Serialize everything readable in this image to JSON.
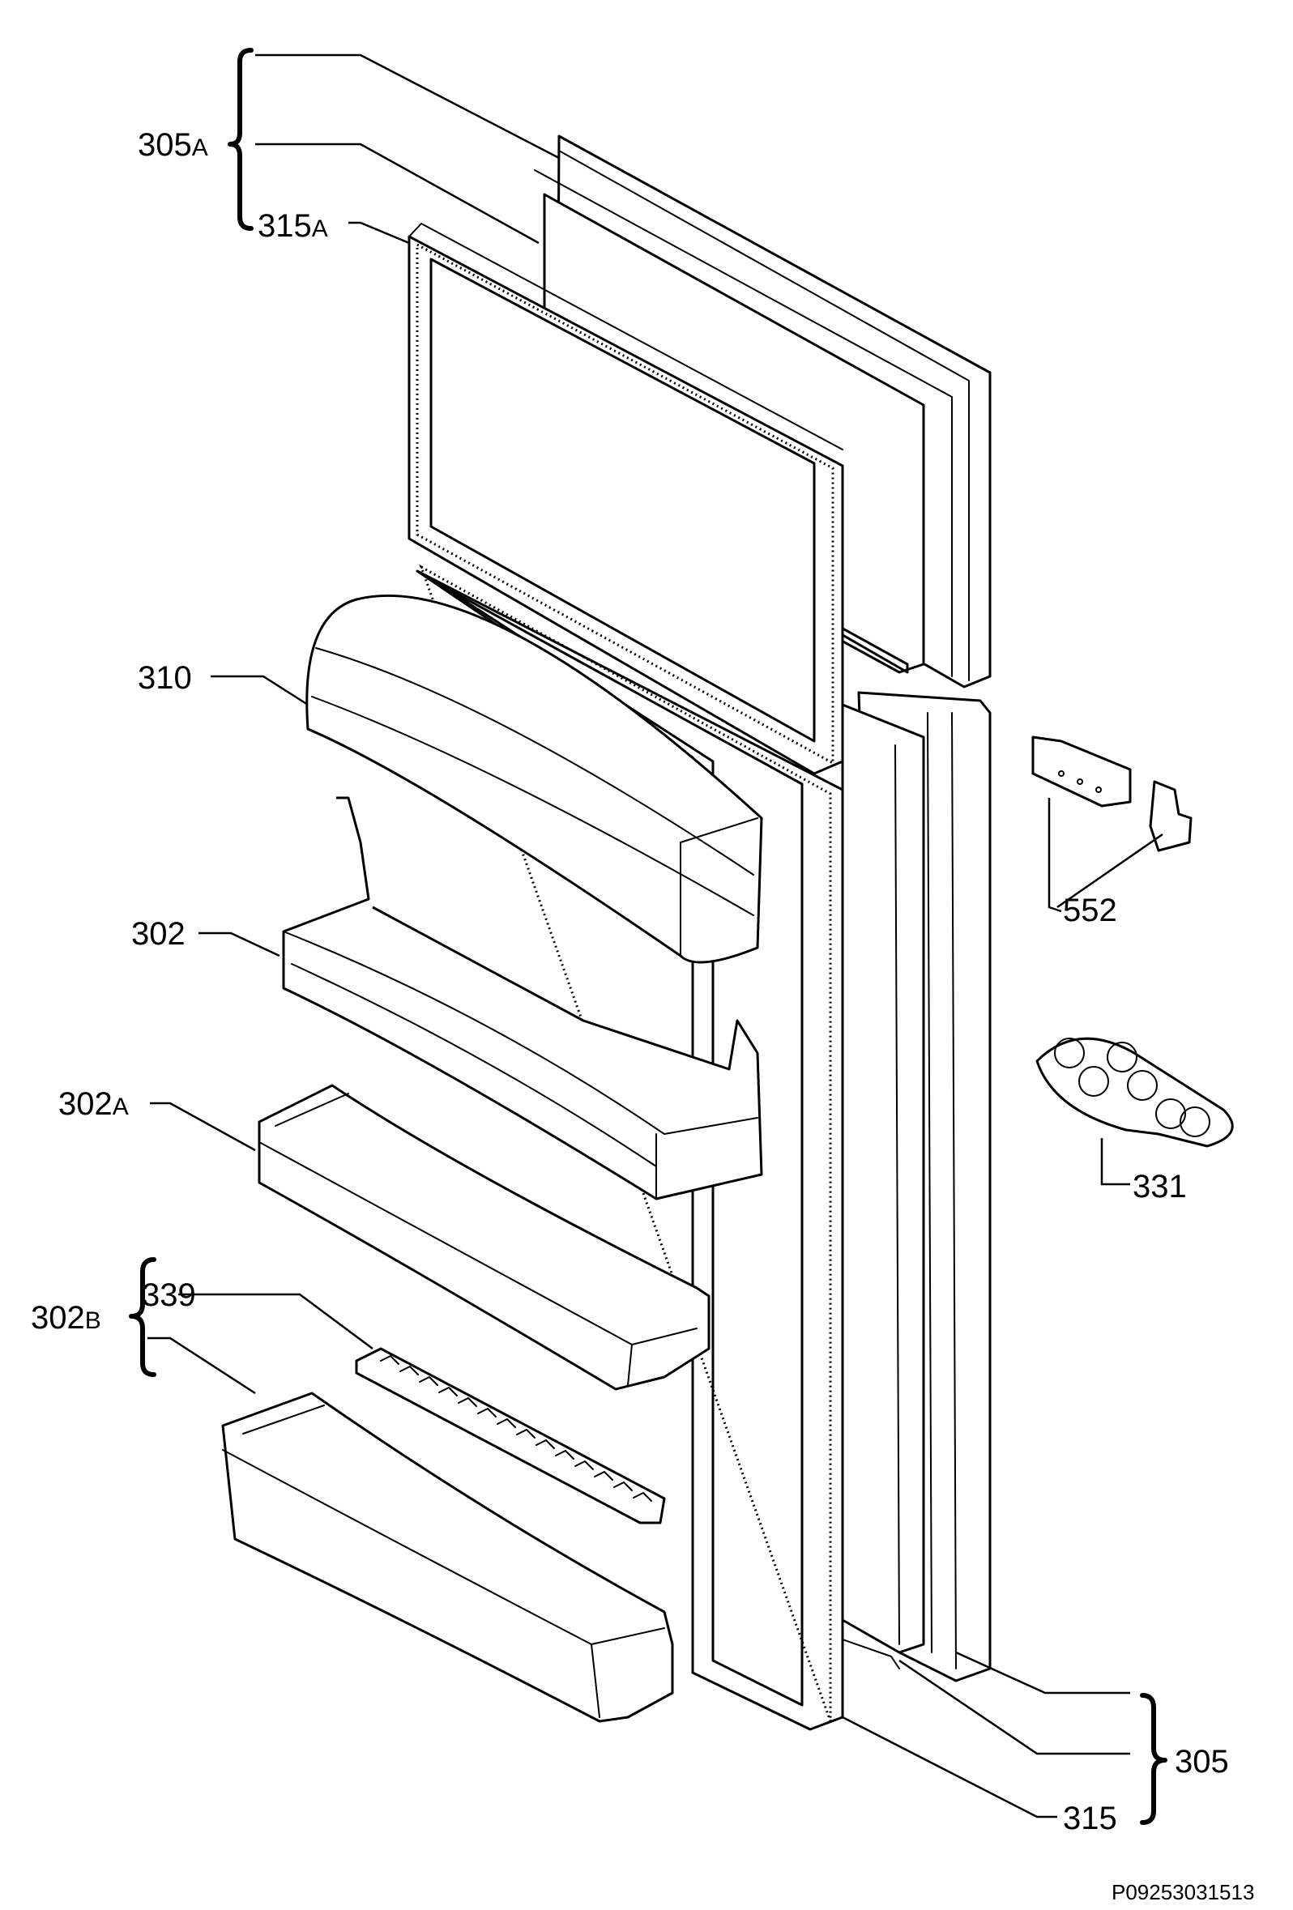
{
  "labels": {
    "l305A": {
      "num": "305",
      "suffix": "A"
    },
    "l315A": {
      "num": "315",
      "suffix": "A"
    },
    "l310": {
      "num": "310"
    },
    "l302": {
      "num": "302"
    },
    "l302A": {
      "num": "302",
      "suffix": "A"
    },
    "l302B": {
      "num": "302",
      "suffix": "B"
    },
    "l339": {
      "num": "339"
    },
    "l552": {
      "num": "552"
    },
    "l331": {
      "num": "331"
    },
    "l305": {
      "num": "305"
    },
    "l315": {
      "num": "315"
    }
  },
  "drawing_code": "P09253031513"
}
